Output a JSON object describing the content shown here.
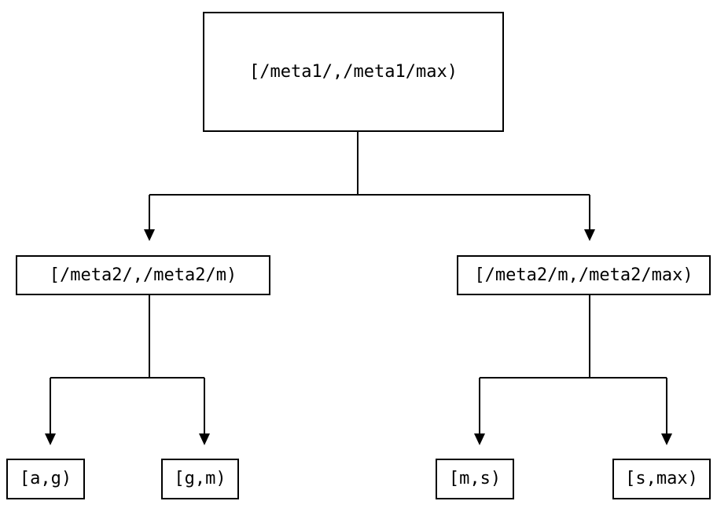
{
  "diagram": {
    "type": "binary-tree",
    "colors": {
      "background": "#ffffff",
      "line": "#000000",
      "text": "#000000",
      "node_fill": "#ffffff"
    },
    "nodes": {
      "root": {
        "label": "[/meta1/,/meta1/max)"
      },
      "left_child": {
        "label": "[/meta2/,/meta2/m)"
      },
      "right_child": {
        "label": "[/meta2/m,/meta2/max)"
      },
      "leaf_ag": {
        "label": "[a,g)"
      },
      "leaf_gm": {
        "label": "[g,m)"
      },
      "leaf_ms": {
        "label": "[m,s)"
      },
      "leaf_smax": {
        "label": "[s,max)"
      }
    },
    "edges": [
      {
        "from": "root",
        "to": "left_child"
      },
      {
        "from": "root",
        "to": "right_child"
      },
      {
        "from": "left_child",
        "to": "leaf_ag"
      },
      {
        "from": "left_child",
        "to": "leaf_gm"
      },
      {
        "from": "right_child",
        "to": "leaf_ms"
      },
      {
        "from": "right_child",
        "to": "leaf_smax"
      }
    ]
  }
}
